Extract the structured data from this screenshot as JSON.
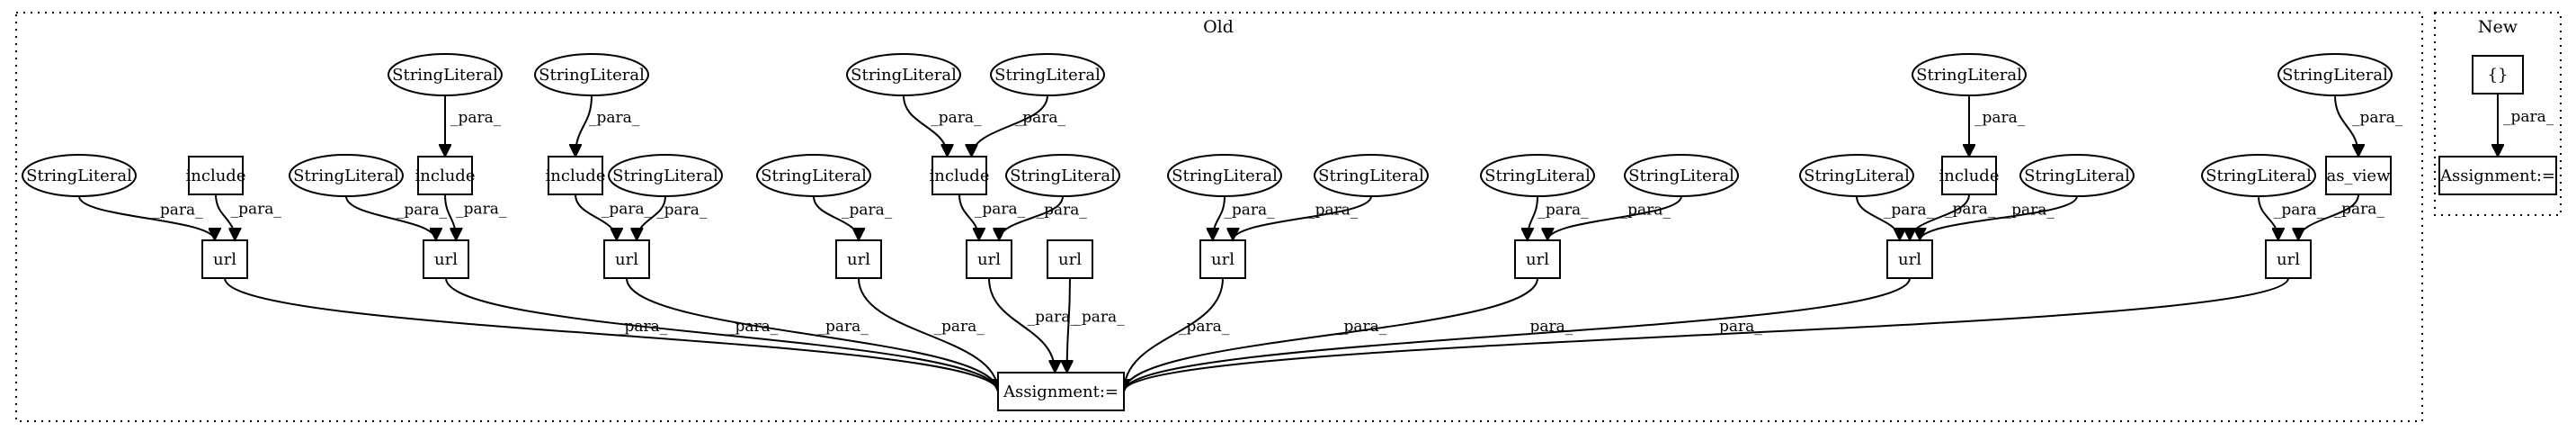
{
  "clusters": [
    {
      "id": "old",
      "label": "Old"
    },
    {
      "id": "new",
      "label": "New"
    }
  ],
  "nodes": [
    {
      "id": "o_str_a",
      "label": "StringLiteral",
      "shape": "ellipse"
    },
    {
      "id": "o_inc_a",
      "label": "include",
      "shape": "box"
    },
    {
      "id": "o_url_a",
      "label": "url",
      "shape": "box"
    },
    {
      "id": "o_str_b1",
      "label": "StringLiteral",
      "shape": "ellipse"
    },
    {
      "id": "o_inc_b",
      "label": "include",
      "shape": "box"
    },
    {
      "id": "o_str_b2",
      "label": "StringLiteral",
      "shape": "ellipse"
    },
    {
      "id": "o_url_b",
      "label": "url",
      "shape": "box"
    },
    {
      "id": "o_str_c1",
      "label": "StringLiteral",
      "shape": "ellipse"
    },
    {
      "id": "o_inc_c",
      "label": "include",
      "shape": "box"
    },
    {
      "id": "o_str_c2",
      "label": "StringLiteral",
      "shape": "ellipse"
    },
    {
      "id": "o_url_c",
      "label": "url",
      "shape": "box"
    },
    {
      "id": "o_str_d",
      "label": "StringLiteral",
      "shape": "ellipse"
    },
    {
      "id": "o_url_d",
      "label": "url",
      "shape": "box"
    },
    {
      "id": "o_str_e1",
      "label": "StringLiteral",
      "shape": "ellipse"
    },
    {
      "id": "o_str_e2",
      "label": "StringLiteral",
      "shape": "ellipse"
    },
    {
      "id": "o_inc_e",
      "label": "include",
      "shape": "box"
    },
    {
      "id": "o_str_e3",
      "label": "StringLiteral",
      "shape": "ellipse"
    },
    {
      "id": "o_url_e",
      "label": "url",
      "shape": "box"
    },
    {
      "id": "o_url_f",
      "label": "url",
      "shape": "box"
    },
    {
      "id": "o_str_g1",
      "label": "StringLiteral",
      "shape": "ellipse"
    },
    {
      "id": "o_str_g2",
      "label": "StringLiteral",
      "shape": "ellipse"
    },
    {
      "id": "o_url_g",
      "label": "url",
      "shape": "box"
    },
    {
      "id": "o_str_h1",
      "label": "StringLiteral",
      "shape": "ellipse"
    },
    {
      "id": "o_str_h2",
      "label": "StringLiteral",
      "shape": "ellipse"
    },
    {
      "id": "o_url_h",
      "label": "url",
      "shape": "box"
    },
    {
      "id": "o_str_i1",
      "label": "StringLiteral",
      "shape": "ellipse"
    },
    {
      "id": "o_inc_i",
      "label": "include",
      "shape": "box"
    },
    {
      "id": "o_str_i2",
      "label": "StringLiteral",
      "shape": "ellipse"
    },
    {
      "id": "o_str_i3",
      "label": "StringLiteral",
      "shape": "ellipse"
    },
    {
      "id": "o_url_i",
      "label": "url",
      "shape": "box"
    },
    {
      "id": "o_str_j1",
      "label": "StringLiteral",
      "shape": "ellipse"
    },
    {
      "id": "o_asview",
      "label": "as_view",
      "shape": "box"
    },
    {
      "id": "o_str_j2",
      "label": "StringLiteral",
      "shape": "ellipse"
    },
    {
      "id": "o_url_j",
      "label": "url",
      "shape": "box"
    },
    {
      "id": "o_assign",
      "label": "Assignment:=",
      "shape": "box"
    },
    {
      "id": "n_braces",
      "label": "{}",
      "shape": "box"
    },
    {
      "id": "n_assign",
      "label": "Assignment:=",
      "shape": "box"
    }
  ],
  "edges": [
    {
      "from": "o_str_a",
      "to": "o_url_a",
      "label": "_para_"
    },
    {
      "from": "o_inc_a",
      "to": "o_url_a",
      "label": "_para_"
    },
    {
      "from": "o_str_b1",
      "to": "o_inc_b",
      "label": "_para_"
    },
    {
      "from": "o_str_b2",
      "to": "o_url_b",
      "label": "_para_"
    },
    {
      "from": "o_inc_b",
      "to": "o_url_b",
      "label": "_para_"
    },
    {
      "from": "o_str_c1",
      "to": "o_inc_c",
      "label": "_para_"
    },
    {
      "from": "o_inc_c",
      "to": "o_url_c",
      "label": "_para_"
    },
    {
      "from": "o_str_c2",
      "to": "o_url_c",
      "label": "_para_"
    },
    {
      "from": "o_str_d",
      "to": "o_url_d",
      "label": "_para_"
    },
    {
      "from": "o_str_e1",
      "to": "o_inc_e",
      "label": "_para_"
    },
    {
      "from": "o_str_e2",
      "to": "o_inc_e",
      "label": "_para_"
    },
    {
      "from": "o_inc_e",
      "to": "o_url_e",
      "label": "_para_"
    },
    {
      "from": "o_str_e3",
      "to": "o_url_e",
      "label": "_para_"
    },
    {
      "from": "o_str_g1",
      "to": "o_url_g",
      "label": "_para_"
    },
    {
      "from": "o_str_g2",
      "to": "o_url_g",
      "label": "_para_"
    },
    {
      "from": "o_str_h1",
      "to": "o_url_h",
      "label": "_para_"
    },
    {
      "from": "o_str_h2",
      "to": "o_url_h",
      "label": "_para_"
    },
    {
      "from": "o_str_i1",
      "to": "o_inc_i",
      "label": "_para_"
    },
    {
      "from": "o_str_i2",
      "to": "o_url_i",
      "label": "_para_"
    },
    {
      "from": "o_inc_i",
      "to": "o_url_i",
      "label": "_para_"
    },
    {
      "from": "o_str_i3",
      "to": "o_url_i",
      "label": "_para_"
    },
    {
      "from": "o_str_j1",
      "to": "o_asview",
      "label": "_para_"
    },
    {
      "from": "o_str_j2",
      "to": "o_url_j",
      "label": "_para_"
    },
    {
      "from": "o_asview",
      "to": "o_url_j",
      "label": "_para_"
    },
    {
      "from": "o_url_a",
      "to": "o_assign",
      "label": "_para_"
    },
    {
      "from": "o_url_b",
      "to": "o_assign",
      "label": "_para_"
    },
    {
      "from": "o_url_c",
      "to": "o_assign",
      "label": "_para_"
    },
    {
      "from": "o_url_d",
      "to": "o_assign",
      "label": "_para_"
    },
    {
      "from": "o_url_e",
      "to": "o_assign",
      "label": "_para_"
    },
    {
      "from": "o_url_f",
      "to": "o_assign",
      "label": "_para_"
    },
    {
      "from": "o_url_g",
      "to": "o_assign",
      "label": "_para_"
    },
    {
      "from": "o_url_h",
      "to": "o_assign",
      "label": "_para_"
    },
    {
      "from": "o_url_i",
      "to": "o_assign",
      "label": "_para_"
    },
    {
      "from": "o_url_j",
      "to": "o_assign",
      "label": "_para_"
    },
    {
      "from": "n_braces",
      "to": "n_assign",
      "label": "_para_"
    }
  ]
}
